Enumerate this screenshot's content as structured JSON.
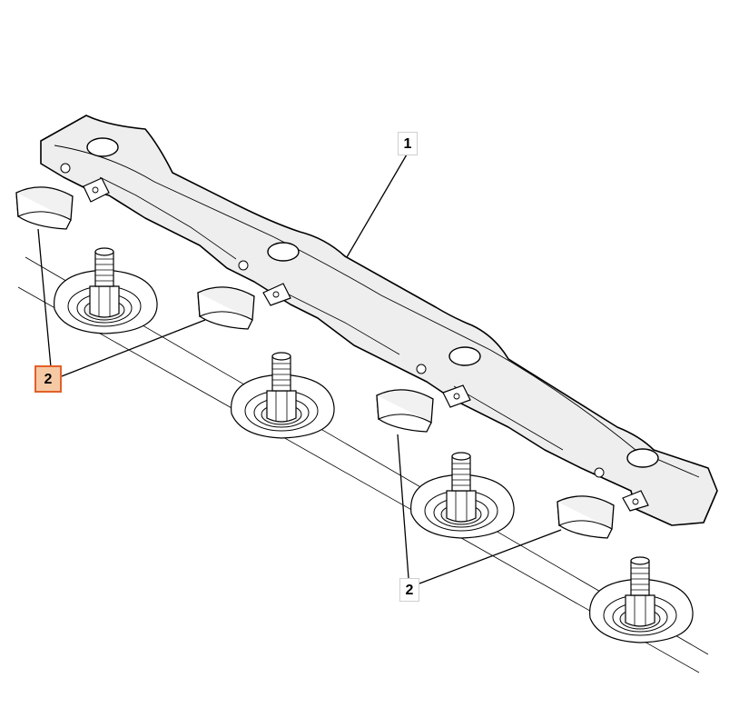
{
  "callouts": {
    "top": "1",
    "left": "2",
    "bottom": "2"
  },
  "colors": {
    "highlight_fill": "#f6c9a5",
    "highlight_border": "#e2602a",
    "line": "#000000",
    "shade": "#eeeeee"
  }
}
